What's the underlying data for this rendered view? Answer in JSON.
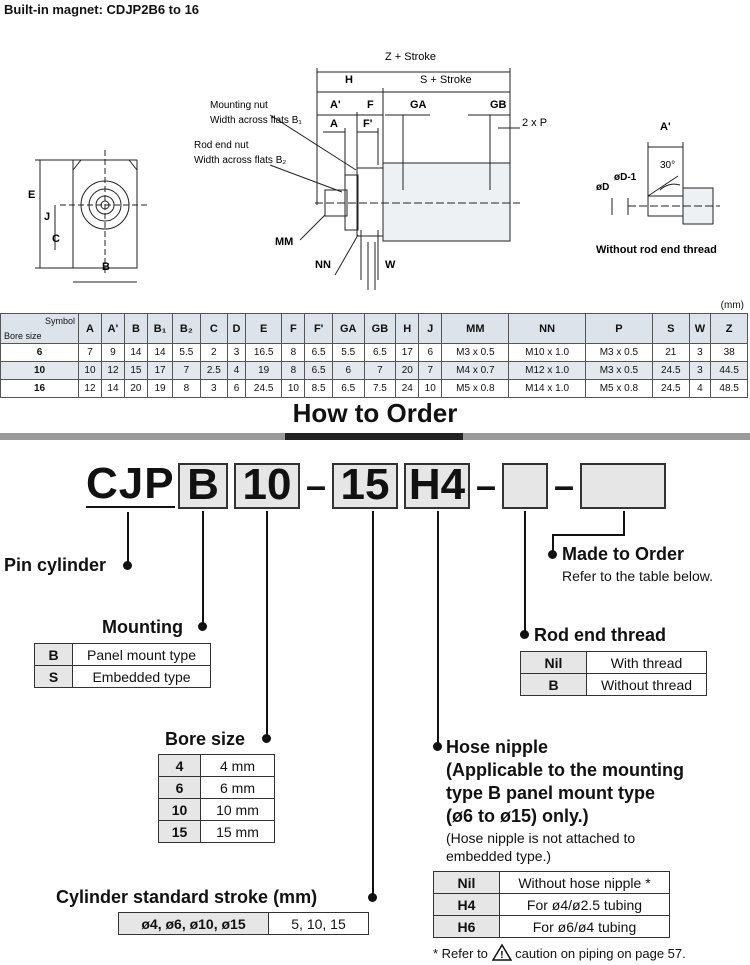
{
  "header": {
    "title": "Built-in magnet: CDJP2B6 to 16"
  },
  "drawing": {
    "labels": {
      "z_stroke": "Z + Stroke",
      "h": "H",
      "s_stroke": "S + Stroke",
      "a_prime": "A'",
      "f": "F",
      "a": "A",
      "f_prime": "F'",
      "ga": "GA",
      "gb": "GB",
      "two_p": "2 x P",
      "mounting_nut": "Mounting nut",
      "width_flats_b1": "Width across flats B₁",
      "rod_end_nut": "Rod end nut",
      "width_flats_b2": "Width across flats B₂",
      "mm": "MM",
      "nn": "NN",
      "w": "W",
      "e": "E",
      "j": "J",
      "c": "C",
      "b": "B",
      "side_a_prime": "A'",
      "phi_d": "øD",
      "phi_d1": "øD-1",
      "deg30": "30°",
      "without_rod_end_thread": "Without rod end thread"
    }
  },
  "dim_table": {
    "unit": "(mm)",
    "symbol_label": "Symbol",
    "bore_label": "Bore size",
    "columns": [
      "A",
      "A'",
      "B",
      "B₁",
      "B₂",
      "C",
      "D",
      "E",
      "F",
      "F'",
      "GA",
      "GB",
      "H",
      "J",
      "MM",
      "NN",
      "P",
      "S",
      "W",
      "Z"
    ],
    "rows": [
      {
        "bore": "6",
        "values": [
          "7",
          "9",
          "14",
          "14",
          "5.5",
          "2",
          "3",
          "16.5",
          "8",
          "6.5",
          "5.5",
          "6.5",
          "17",
          "6",
          "M3 x 0.5",
          "M10 x 1.0",
          "M3 x 0.5",
          "21",
          "3",
          "38"
        ]
      },
      {
        "bore": "10",
        "values": [
          "10",
          "12",
          "15",
          "17",
          "7",
          "2.5",
          "4",
          "19",
          "8",
          "6.5",
          "6",
          "7",
          "20",
          "7",
          "M4 x 0.7",
          "M12 x 1.0",
          "M3 x 0.5",
          "24.5",
          "3",
          "44.5"
        ]
      },
      {
        "bore": "16",
        "values": [
          "12",
          "14",
          "20",
          "19",
          "8",
          "3",
          "6",
          "24.5",
          "10",
          "8.5",
          "6.5",
          "7.5",
          "24",
          "10",
          "M5 x 0.8",
          "M14 x 1.0",
          "M5 x 0.8",
          "24.5",
          "4",
          "48.5"
        ]
      }
    ]
  },
  "order": {
    "heading": "How to Order",
    "code": {
      "prefix": "CJP",
      "mount": "B",
      "bore": "10",
      "stroke": "15",
      "nipple": "H4",
      "dash": "–"
    },
    "pin_cylinder": "Pin cylinder",
    "mounting": {
      "title": "Mounting",
      "rows": [
        {
          "k": "B",
          "v": "Panel mount type"
        },
        {
          "k": "S",
          "v": "Embedded type"
        }
      ]
    },
    "bore_size": {
      "title": "Bore size",
      "rows": [
        {
          "k": "4",
          "v": "4 mm"
        },
        {
          "k": "6",
          "v": "6 mm"
        },
        {
          "k": "10",
          "v": "10 mm"
        },
        {
          "k": "15",
          "v": "15 mm"
        }
      ]
    },
    "stroke": {
      "title": "Cylinder standard stroke (mm)",
      "k": "ø4, ø6, ø10, ø15",
      "v": "5, 10, 15"
    },
    "made_to_order": {
      "title": "Made to Order",
      "note": "Refer to the table below."
    },
    "rod_end_thread": {
      "title": "Rod end thread",
      "rows": [
        {
          "k": "Nil",
          "v": "With thread"
        },
        {
          "k": "B",
          "v": "Without thread"
        }
      ]
    },
    "hose_nipple": {
      "title1": "Hose nipple",
      "title2": "(Applicable to the mounting",
      "title3": "type B panel mount type",
      "title4": "(ø6 to ø15) only.)",
      "note1": "(Hose nipple is not attached to",
      "note2": "embedded type.)",
      "rows": [
        {
          "k": "Nil",
          "v": "Without hose nipple *"
        },
        {
          "k": "H4",
          "v": "For ø4/ø2.5 tubing"
        },
        {
          "k": "H6",
          "v": "For ø6/ø4 tubing"
        }
      ],
      "footnote_pre": "* Refer to",
      "footnote_post": "caution on piping on page 57."
    }
  }
}
